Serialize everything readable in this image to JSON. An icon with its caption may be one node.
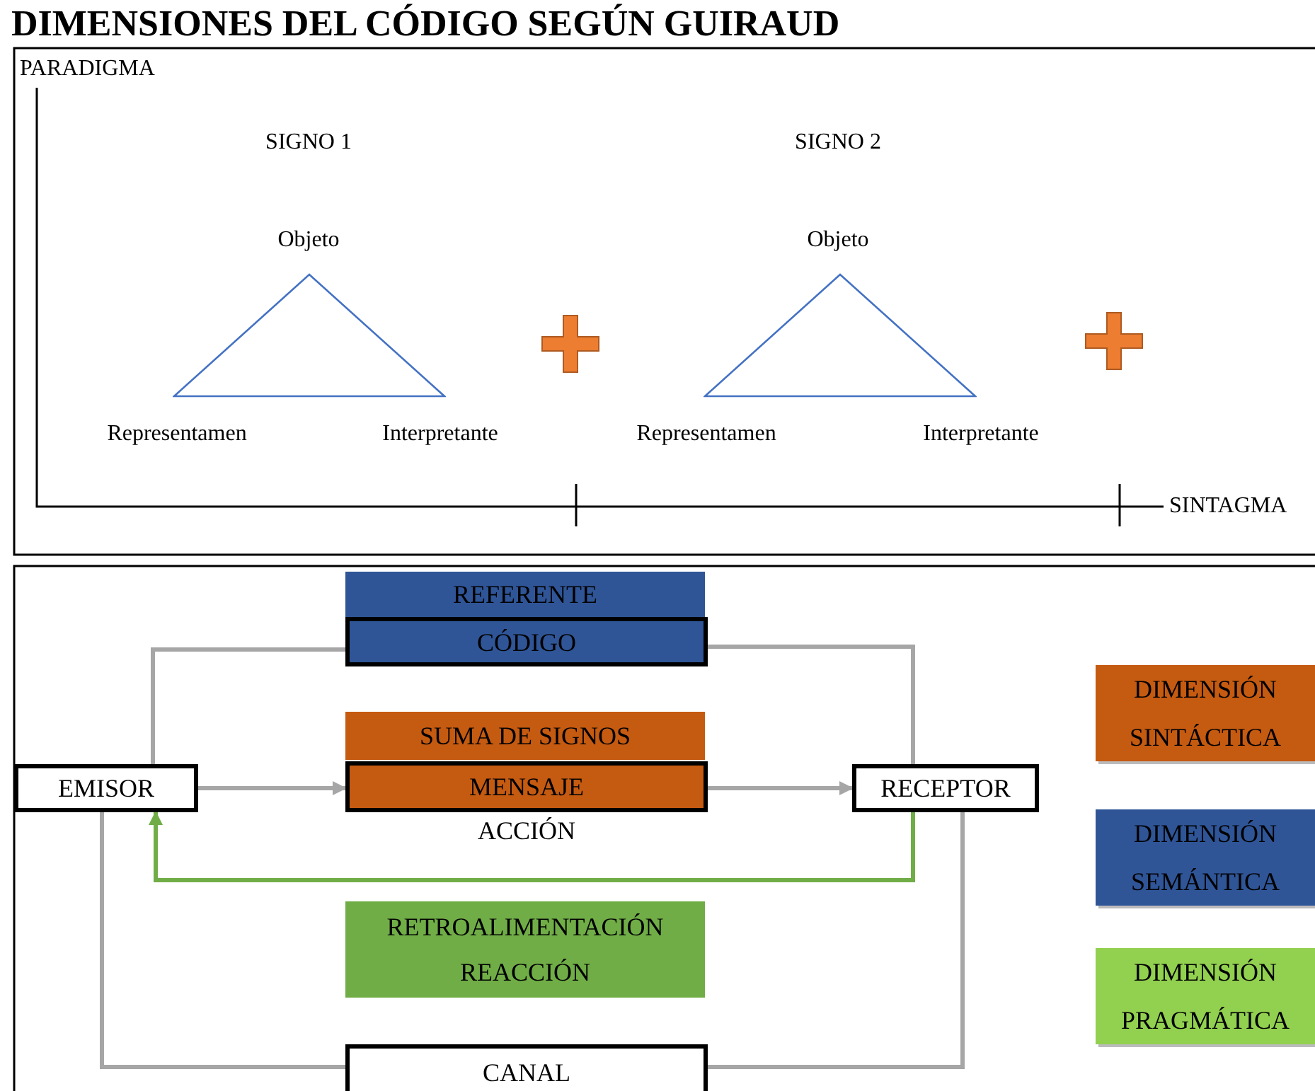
{
  "diagram": {
    "title": "DIMENSIONES DEL CÓDIGO SEGÚN GUIRAUD",
    "nodes": [
      {
        "text": [],
        "shape": "triangle"
      },
      {
        "text": [],
        "shape": "triangle"
      },
      {
        "text": [
          "EMISOR"
        ]
      },
      {
        "text": [
          "REFERENTE"
        ]
      },
      {
        "text": [
          "CÓDIGO"
        ]
      },
      {
        "text": [
          "SUMA DE SIGNOS"
        ]
      },
      {
        "text": [
          "MENSAJE"
        ],
        "beside": [
          "ACCIÓN"
        ]
      },
      {
        "text": [
          "RECEPTOR"
        ]
      },
      {
        "text": [
          "RETROALIMENTACIÓN",
          "REACCIÓN"
        ]
      },
      {
        "text": [
          "CANAL"
        ]
      }
    ],
    "edges": [
      {
        "from": 2,
        "to": 6,
        "arrow": "to"
      },
      {
        "from": 6,
        "to": 7,
        "arrow": "to"
      },
      {
        "from": 2,
        "to": 4,
        "arrow": "none"
      },
      {
        "from": 4,
        "to": 7,
        "arrow": "none"
      },
      {
        "from": 7,
        "to": 2,
        "arrow": "to",
        "color": "#70ad47"
      },
      {
        "from": 2,
        "to": 9,
        "arrow": "none"
      },
      {
        "from": 9,
        "to": 7,
        "arrow": "none"
      }
    ],
    "labels": [
      "PARADIGMA",
      "SIGNO 1",
      "SIGNO 2",
      "Objeto",
      "Objeto",
      "Representamen",
      "Interpretante",
      "Representamen",
      "Interpretante",
      "SINTAGMA"
    ],
    "legend": [
      {
        "text": "DIMENSIÓN SINTÁCTICA",
        "color": "#c55a11"
      },
      {
        "text": "DIMENSIÓN SEMÁNTICA",
        "color": "#2f5597"
      },
      {
        "text": "DIMENSIÓN PRAGMÁTICA",
        "color": "#92d050"
      }
    ]
  }
}
